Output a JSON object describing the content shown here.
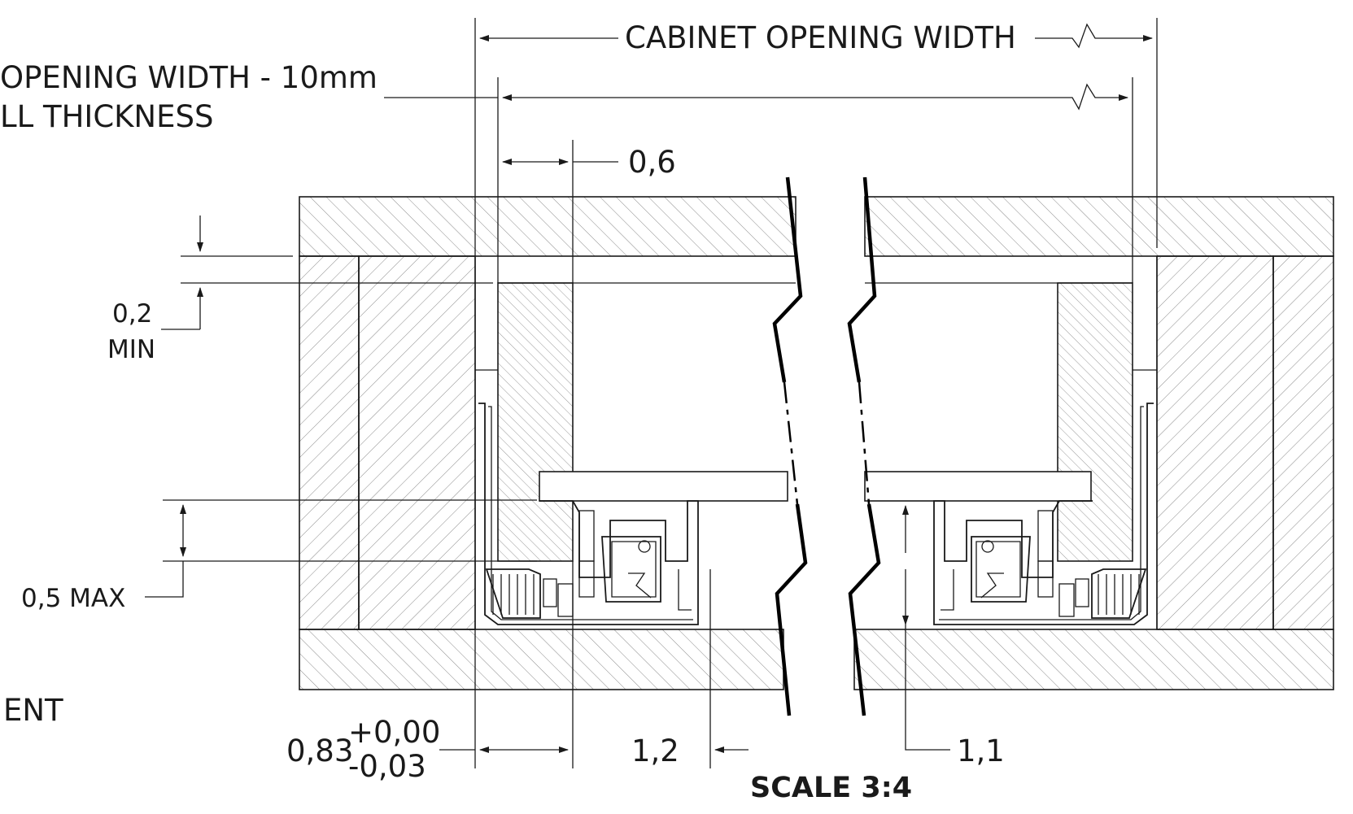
{
  "drawing": {
    "labels": {
      "cabinet_opening_width": "CABINET OPENING WIDTH",
      "opening_width_note": "OPENING WIDTH - 10mm",
      "wall_thickness_note": "LL THICKNESS",
      "dim_0_6": "0,6",
      "dim_0_2": "0,2",
      "dim_min": "MIN",
      "dim_0_5_max": "0,5 MAX",
      "ent_note": "ENT",
      "dim_0_83": "0,83",
      "tol_plus": "+0,00",
      "tol_minus": "-0,03",
      "dim_1_2": "1,2",
      "dim_1_1": "1,1",
      "scale": "SCALE 3:4"
    }
  }
}
